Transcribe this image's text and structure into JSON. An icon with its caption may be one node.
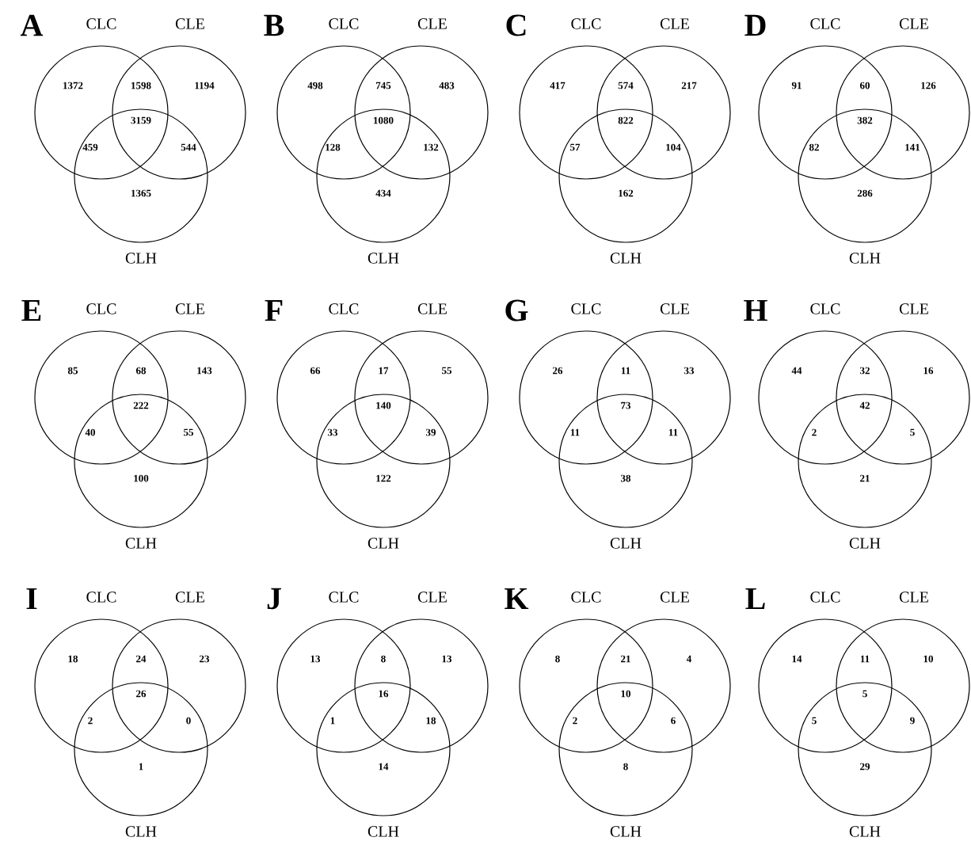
{
  "diagram": {
    "nodes": [
      {
        "text": [
          "CLC"
        ]
      },
      {
        "text": [
          "CLE"
        ]
      },
      {
        "text": [
          "CLH"
        ]
      },
      {
        "text": [
          "CLC"
        ]
      },
      {
        "text": [
          "CLE"
        ]
      },
      {
        "text": [
          "CLH"
        ]
      },
      {
        "text": [
          "CLC"
        ]
      },
      {
        "text": [
          "CLE"
        ]
      },
      {
        "text": [
          "CLH"
        ]
      },
      {
        "text": [
          "CLC"
        ]
      },
      {
        "text": [
          "CLE"
        ]
      },
      {
        "text": [
          "CLH"
        ]
      },
      {
        "text": [
          "CLC"
        ]
      },
      {
        "text": [
          "CLE"
        ]
      },
      {
        "text": [
          "CLH"
        ]
      },
      {
        "text": [
          "CLC"
        ]
      },
      {
        "text": [
          "CLE"
        ]
      },
      {
        "text": [
          "CLH"
        ]
      },
      {
        "text": [
          "CLC"
        ]
      },
      {
        "text": [
          "CLE"
        ]
      },
      {
        "text": [
          "CLH"
        ]
      },
      {
        "text": [
          "CLC"
        ]
      },
      {
        "text": [
          "CLE"
        ]
      },
      {
        "text": [
          "CLH"
        ]
      },
      {
        "text": [
          "CLC"
        ]
      },
      {
        "text": [
          "CLE"
        ]
      },
      {
        "text": [
          "CLH"
        ]
      },
      {
        "text": [
          "CLC"
        ]
      },
      {
        "text": [
          "CLE"
        ]
      },
      {
        "text": [
          "CLH"
        ]
      },
      {
        "text": [
          "CLC"
        ]
      },
      {
        "text": [
          "CLE"
        ]
      },
      {
        "text": [
          "CLH"
        ]
      },
      {
        "text": [
          "CLC"
        ]
      },
      {
        "text": [
          "CLE"
        ]
      },
      {
        "text": [
          "CLH"
        ]
      }
    ],
    "labels": [
      "A",
      "1372",
      "1598",
      "1194",
      "3159",
      "459",
      "544",
      "1365",
      "B",
      "498",
      "745",
      "483",
      "1080",
      "128",
      "132",
      "434",
      "C",
      "417",
      "574",
      "217",
      "822",
      "57",
      "104",
      "162",
      "D",
      "91",
      "60",
      "126",
      "382",
      "82",
      "141",
      "286",
      "E",
      "85",
      "68",
      "143",
      "222",
      "40",
      "55",
      "100",
      "F",
      "66",
      "17",
      "55",
      "140",
      "33",
      "39",
      "122",
      "G",
      "26",
      "11",
      "33",
      "73",
      "11",
      "11",
      "38",
      "H",
      "44",
      "32",
      "16",
      "42",
      "2",
      "5",
      "21",
      "I",
      "18",
      "24",
      "23",
      "26",
      "2",
      "0",
      "1",
      "J",
      "13",
      "8",
      "13",
      "16",
      "1",
      "18",
      "14",
      "K",
      "8",
      "21",
      "4",
      "10",
      "2",
      "6",
      "8",
      "L",
      "14",
      "11",
      "10",
      "5",
      "5",
      "9",
      "29"
    ]
  }
}
